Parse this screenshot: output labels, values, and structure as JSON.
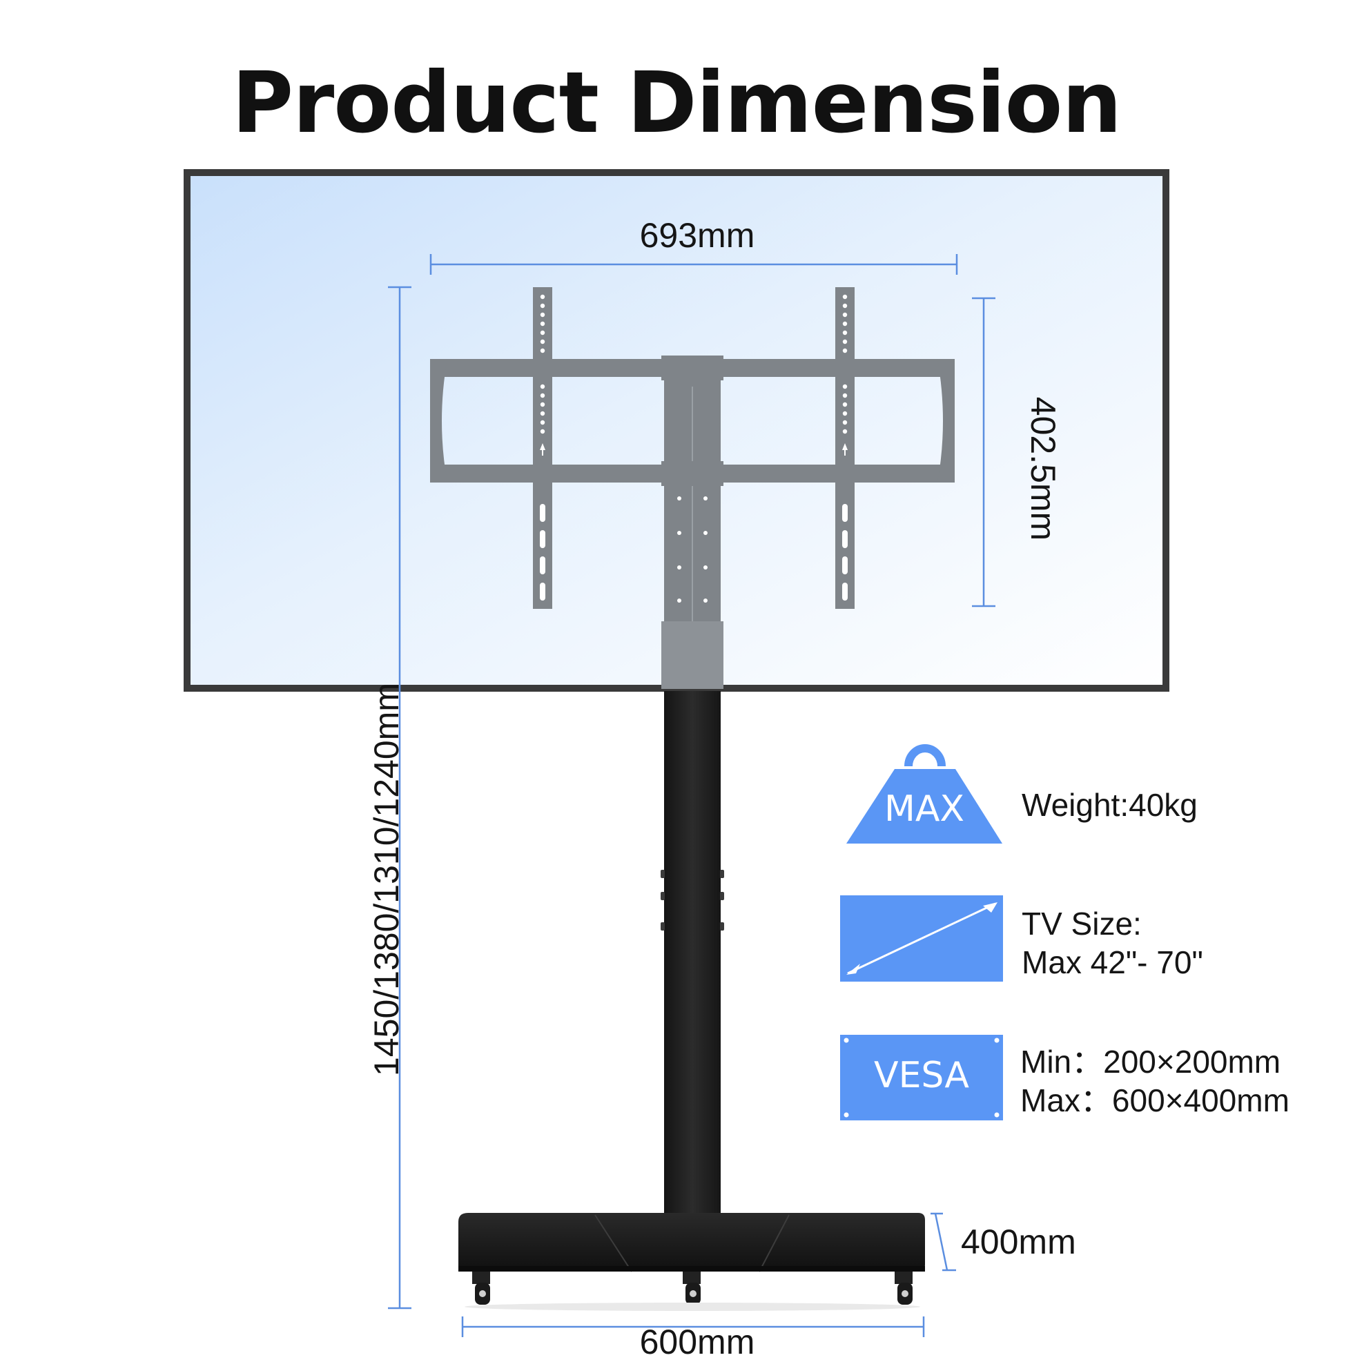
{
  "title": "Product Dimension",
  "dimensions": {
    "bracket_width": "693mm",
    "bracket_height": "402.5mm",
    "overall_height": "1450/1380/1310/1240mm",
    "base_width": "600mm",
    "base_depth": "400mm"
  },
  "specs": {
    "weight": {
      "badge": "MAX",
      "badge_icon": "weight-icon",
      "text": "Weight:40kg"
    },
    "tv_size": {
      "badge_icon": "tv-diagonal-icon",
      "line1": "TV Size:",
      "line2": "Max 42\"- 70\""
    },
    "vesa": {
      "badge": "VESA",
      "badge_icon": "vesa-plate-icon",
      "line1": "Min：200×200mm",
      "line2": "Max：600×400mm"
    }
  },
  "colors": {
    "accent_blue": "#5a96f5",
    "dimension_line": "#5b8ee0",
    "frame": "#3a3a3a",
    "bracket_gray": "#7f8489",
    "stand_black": "#1f1f1f"
  }
}
